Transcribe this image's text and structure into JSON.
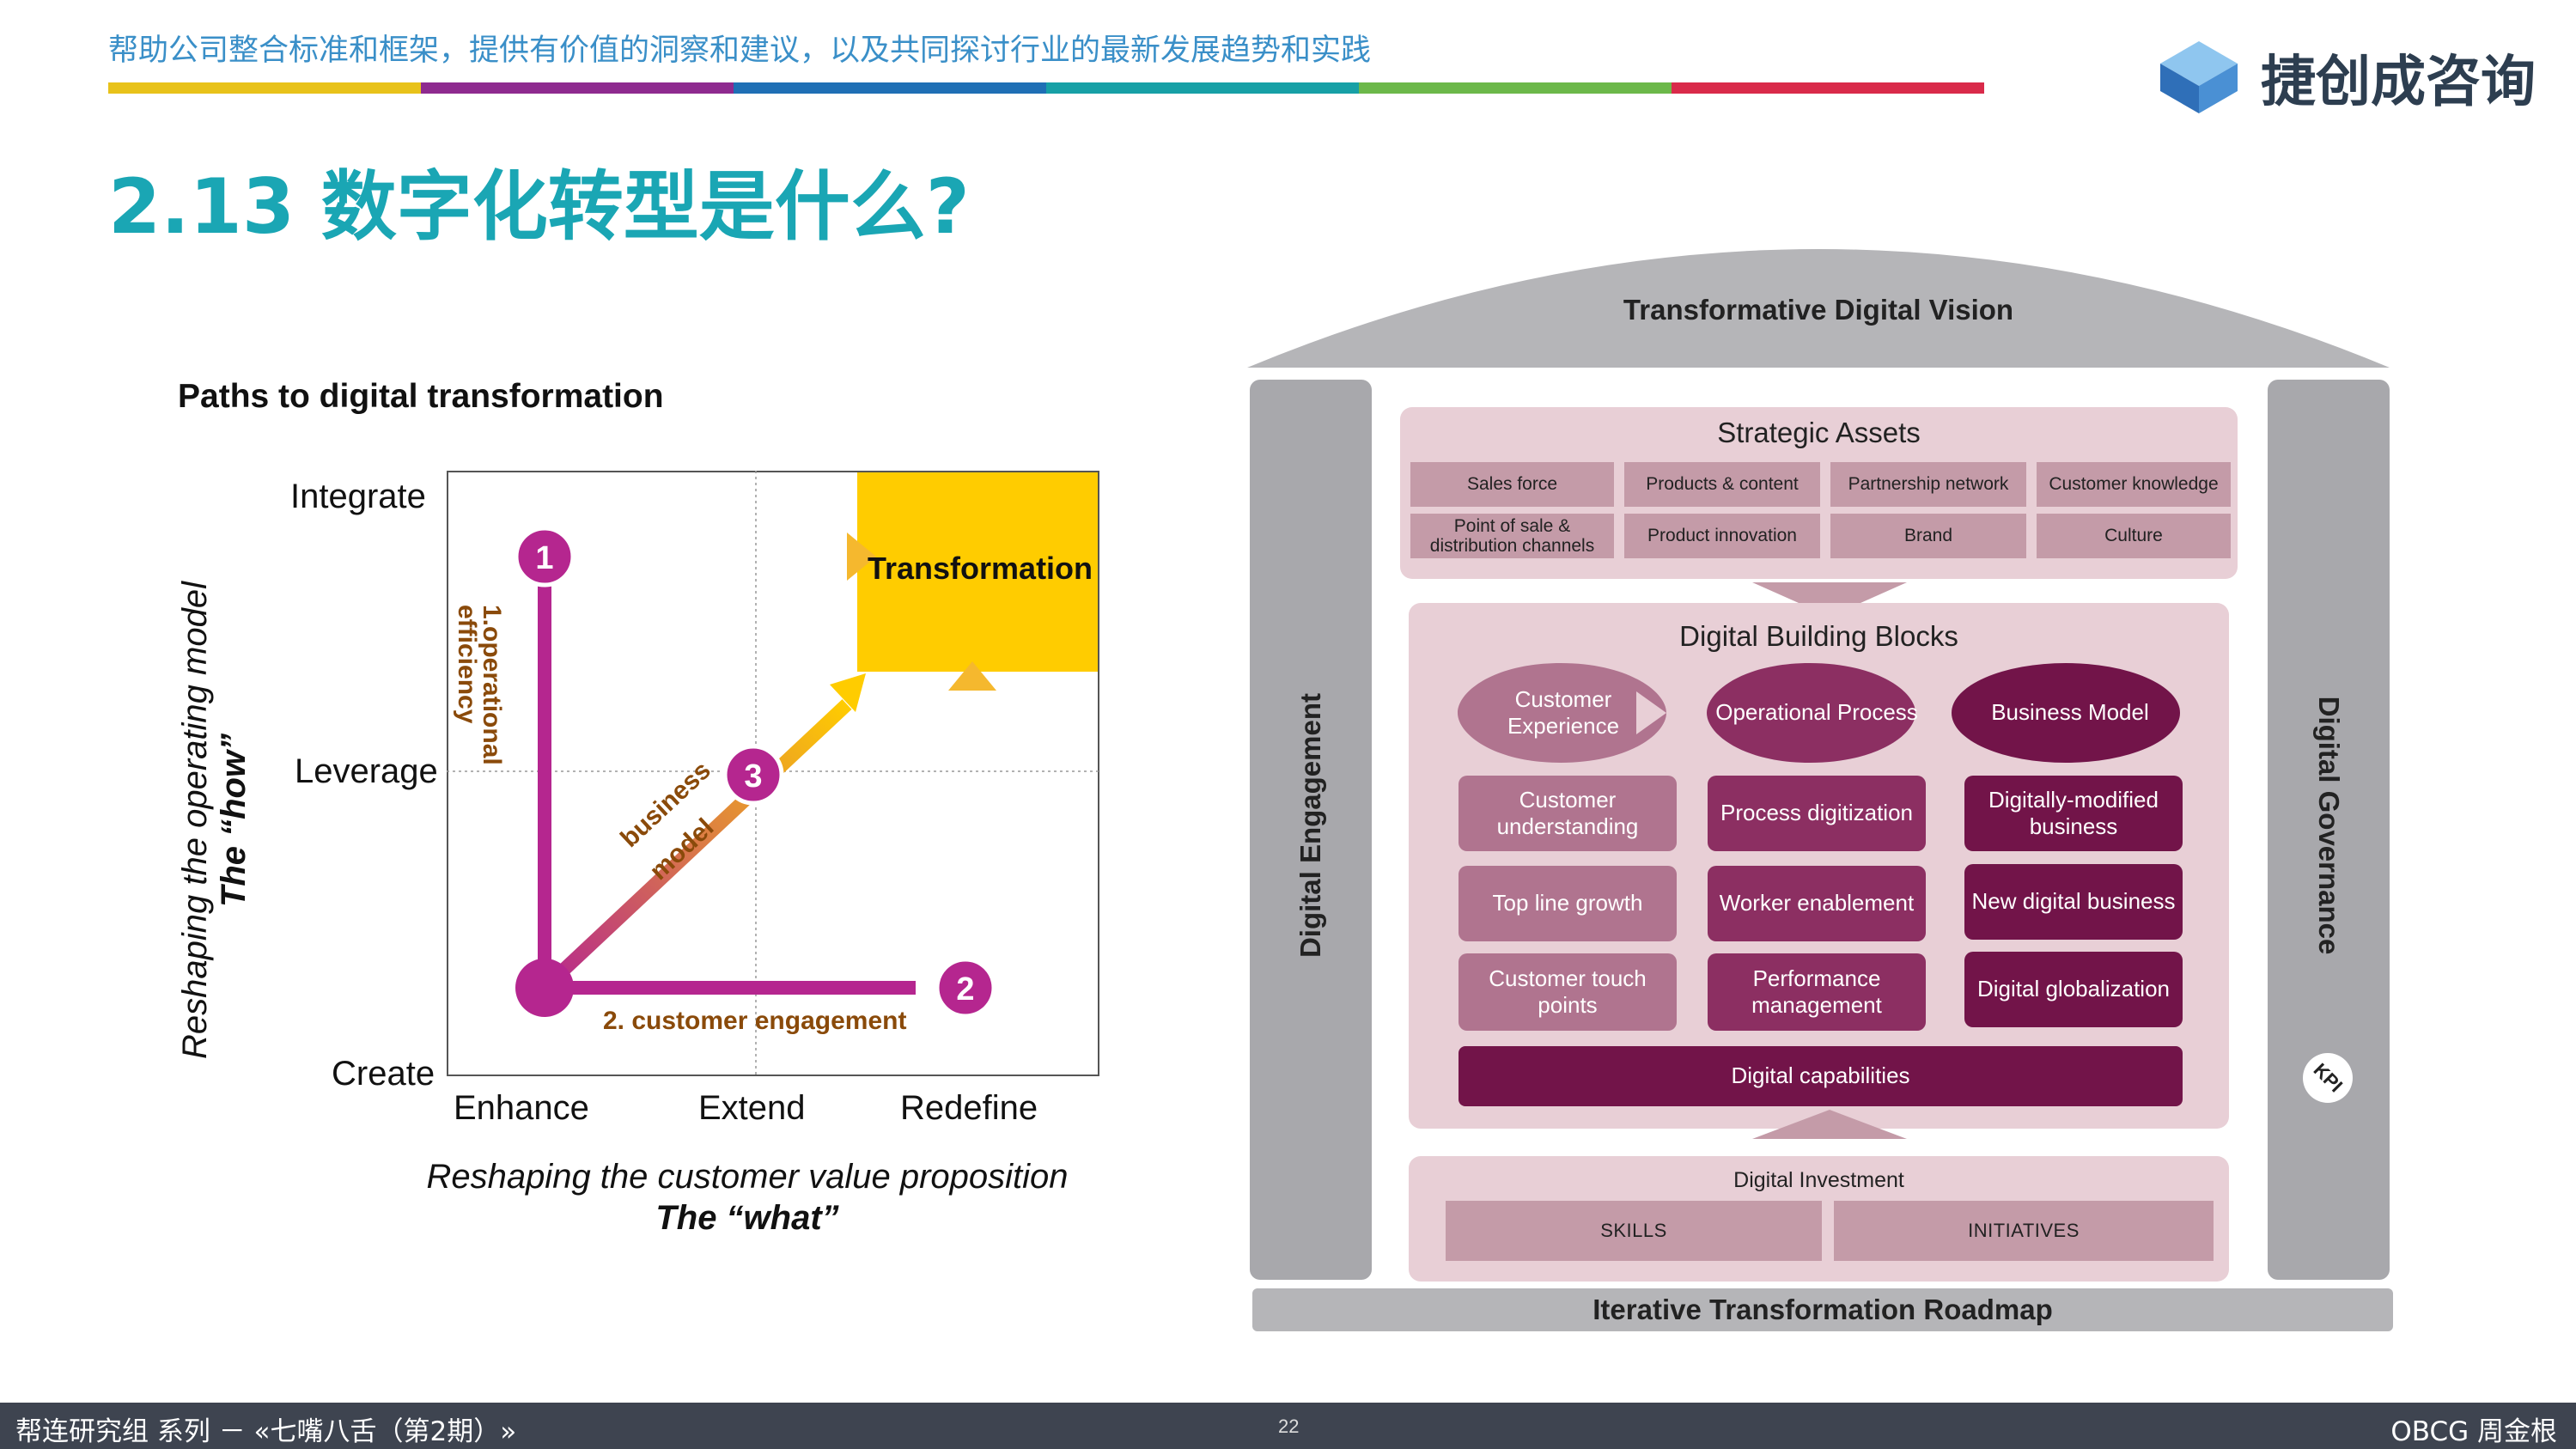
{
  "header": {
    "tagline": "帮助公司整合标准和框架，提供有价值的洞察和建议，以及共同探讨行业的最新发展趋势和实践",
    "stripe_colors": [
      "#e8c21a",
      "#8e2a8f",
      "#1f6fb5",
      "#17a0a6",
      "#6cb84a",
      "#d92a4a"
    ],
    "brand_name": "捷创成咨询",
    "title": "2.13 数字化转型是什么?"
  },
  "left_chart": {
    "title": "Paths to digital transformation",
    "y_axis_label": "Reshaping the operating model",
    "y_axis_label_bold": "The “how”",
    "x_axis_label": "Reshaping the customer value proposition",
    "x_axis_label_bold": "The “what”",
    "y_ticks": [
      "Integrate",
      "Leverage",
      "Create"
    ],
    "x_ticks": [
      "Enhance",
      "Extend",
      "Redefine"
    ],
    "target_label": "Transformation",
    "paths": [
      {
        "number": "1",
        "label_line1": "1.operational",
        "label_line2": "efficiency"
      },
      {
        "number": "2",
        "label": "2. customer engagement"
      },
      {
        "number": "3",
        "label_line1": "business",
        "label_line2": "model"
      }
    ],
    "colors": {
      "path": "#b5268f",
      "target": "#ffcc00",
      "label": "#8a4a0a",
      "arrow_end": "#f5b82e"
    }
  },
  "framework": {
    "vision": "Transformative Digital Vision",
    "left_pillar": "Digital Engagement",
    "right_pillar": "Digital Governance",
    "kpi": "KPI",
    "strategic_assets": {
      "title": "Strategic Assets",
      "row1": [
        "Sales force",
        "Products & content",
        "Partnership network",
        "Customer knowledge"
      ],
      "row2": [
        "Point of sale & distribution channels",
        "Product innovation",
        "Brand",
        "Culture"
      ]
    },
    "building_blocks": {
      "title": "Digital Building Blocks",
      "heads": [
        "Customer Experience",
        "Operational Process",
        "Business Model"
      ],
      "col1": [
        "Customer understanding",
        "Top line growth",
        "Customer touch points"
      ],
      "col2": [
        "Process digitization",
        "Worker enablement",
        "Performance management"
      ],
      "col3": [
        "Digitally-modified business",
        "New digital business",
        "Digital globalization"
      ],
      "capabilities": "Digital capabilities"
    },
    "investment": {
      "title": "Digital Investment",
      "items": [
        "SKILLS",
        "INITIATIVES"
      ]
    },
    "roadmap": "Iterative Transformation Roadmap"
  },
  "footer": {
    "left": "帮连研究组 系列 － «七嘴八舌（第2期）»",
    "page": "22",
    "right": "OBCG 周金根"
  }
}
